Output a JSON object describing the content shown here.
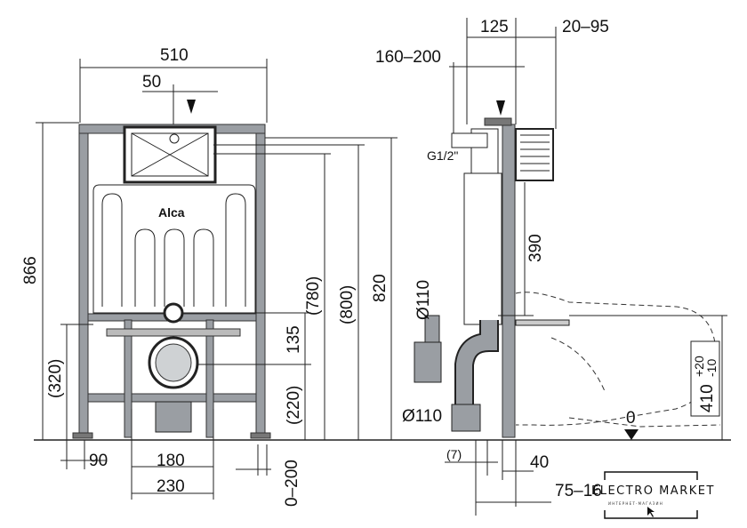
{
  "front_view": {
    "brand": "Alca",
    "dims": {
      "width_510": "510",
      "offset_50": "50",
      "height_866": "866",
      "h_320": "(320)",
      "h_780": "(780)",
      "h_800": "(800)",
      "h_820": "820",
      "h_135": "135",
      "h_220": "(220)",
      "w_90": "90",
      "w_180": "180",
      "w_230": "230",
      "range_0_200": "0–200"
    }
  },
  "side_view": {
    "dims": {
      "d_125": "125",
      "d_20_95": "20–95",
      "d_160_200": "160–200",
      "thread": "G1/2\"",
      "d_390": "390",
      "pipe_top": "Ø110",
      "pipe_bottom": "Ø110",
      "d_7": "(7)",
      "d_40": "40",
      "d_75_16": "75–16",
      "zero": "0",
      "h_410": "410",
      "tol_plus": "+20",
      "tol_minus": "-10"
    }
  },
  "logo": {
    "title": "ELECTRO MARKET",
    "subtitle": "ИНТЕРНЕТ-МАГАЗИН"
  }
}
